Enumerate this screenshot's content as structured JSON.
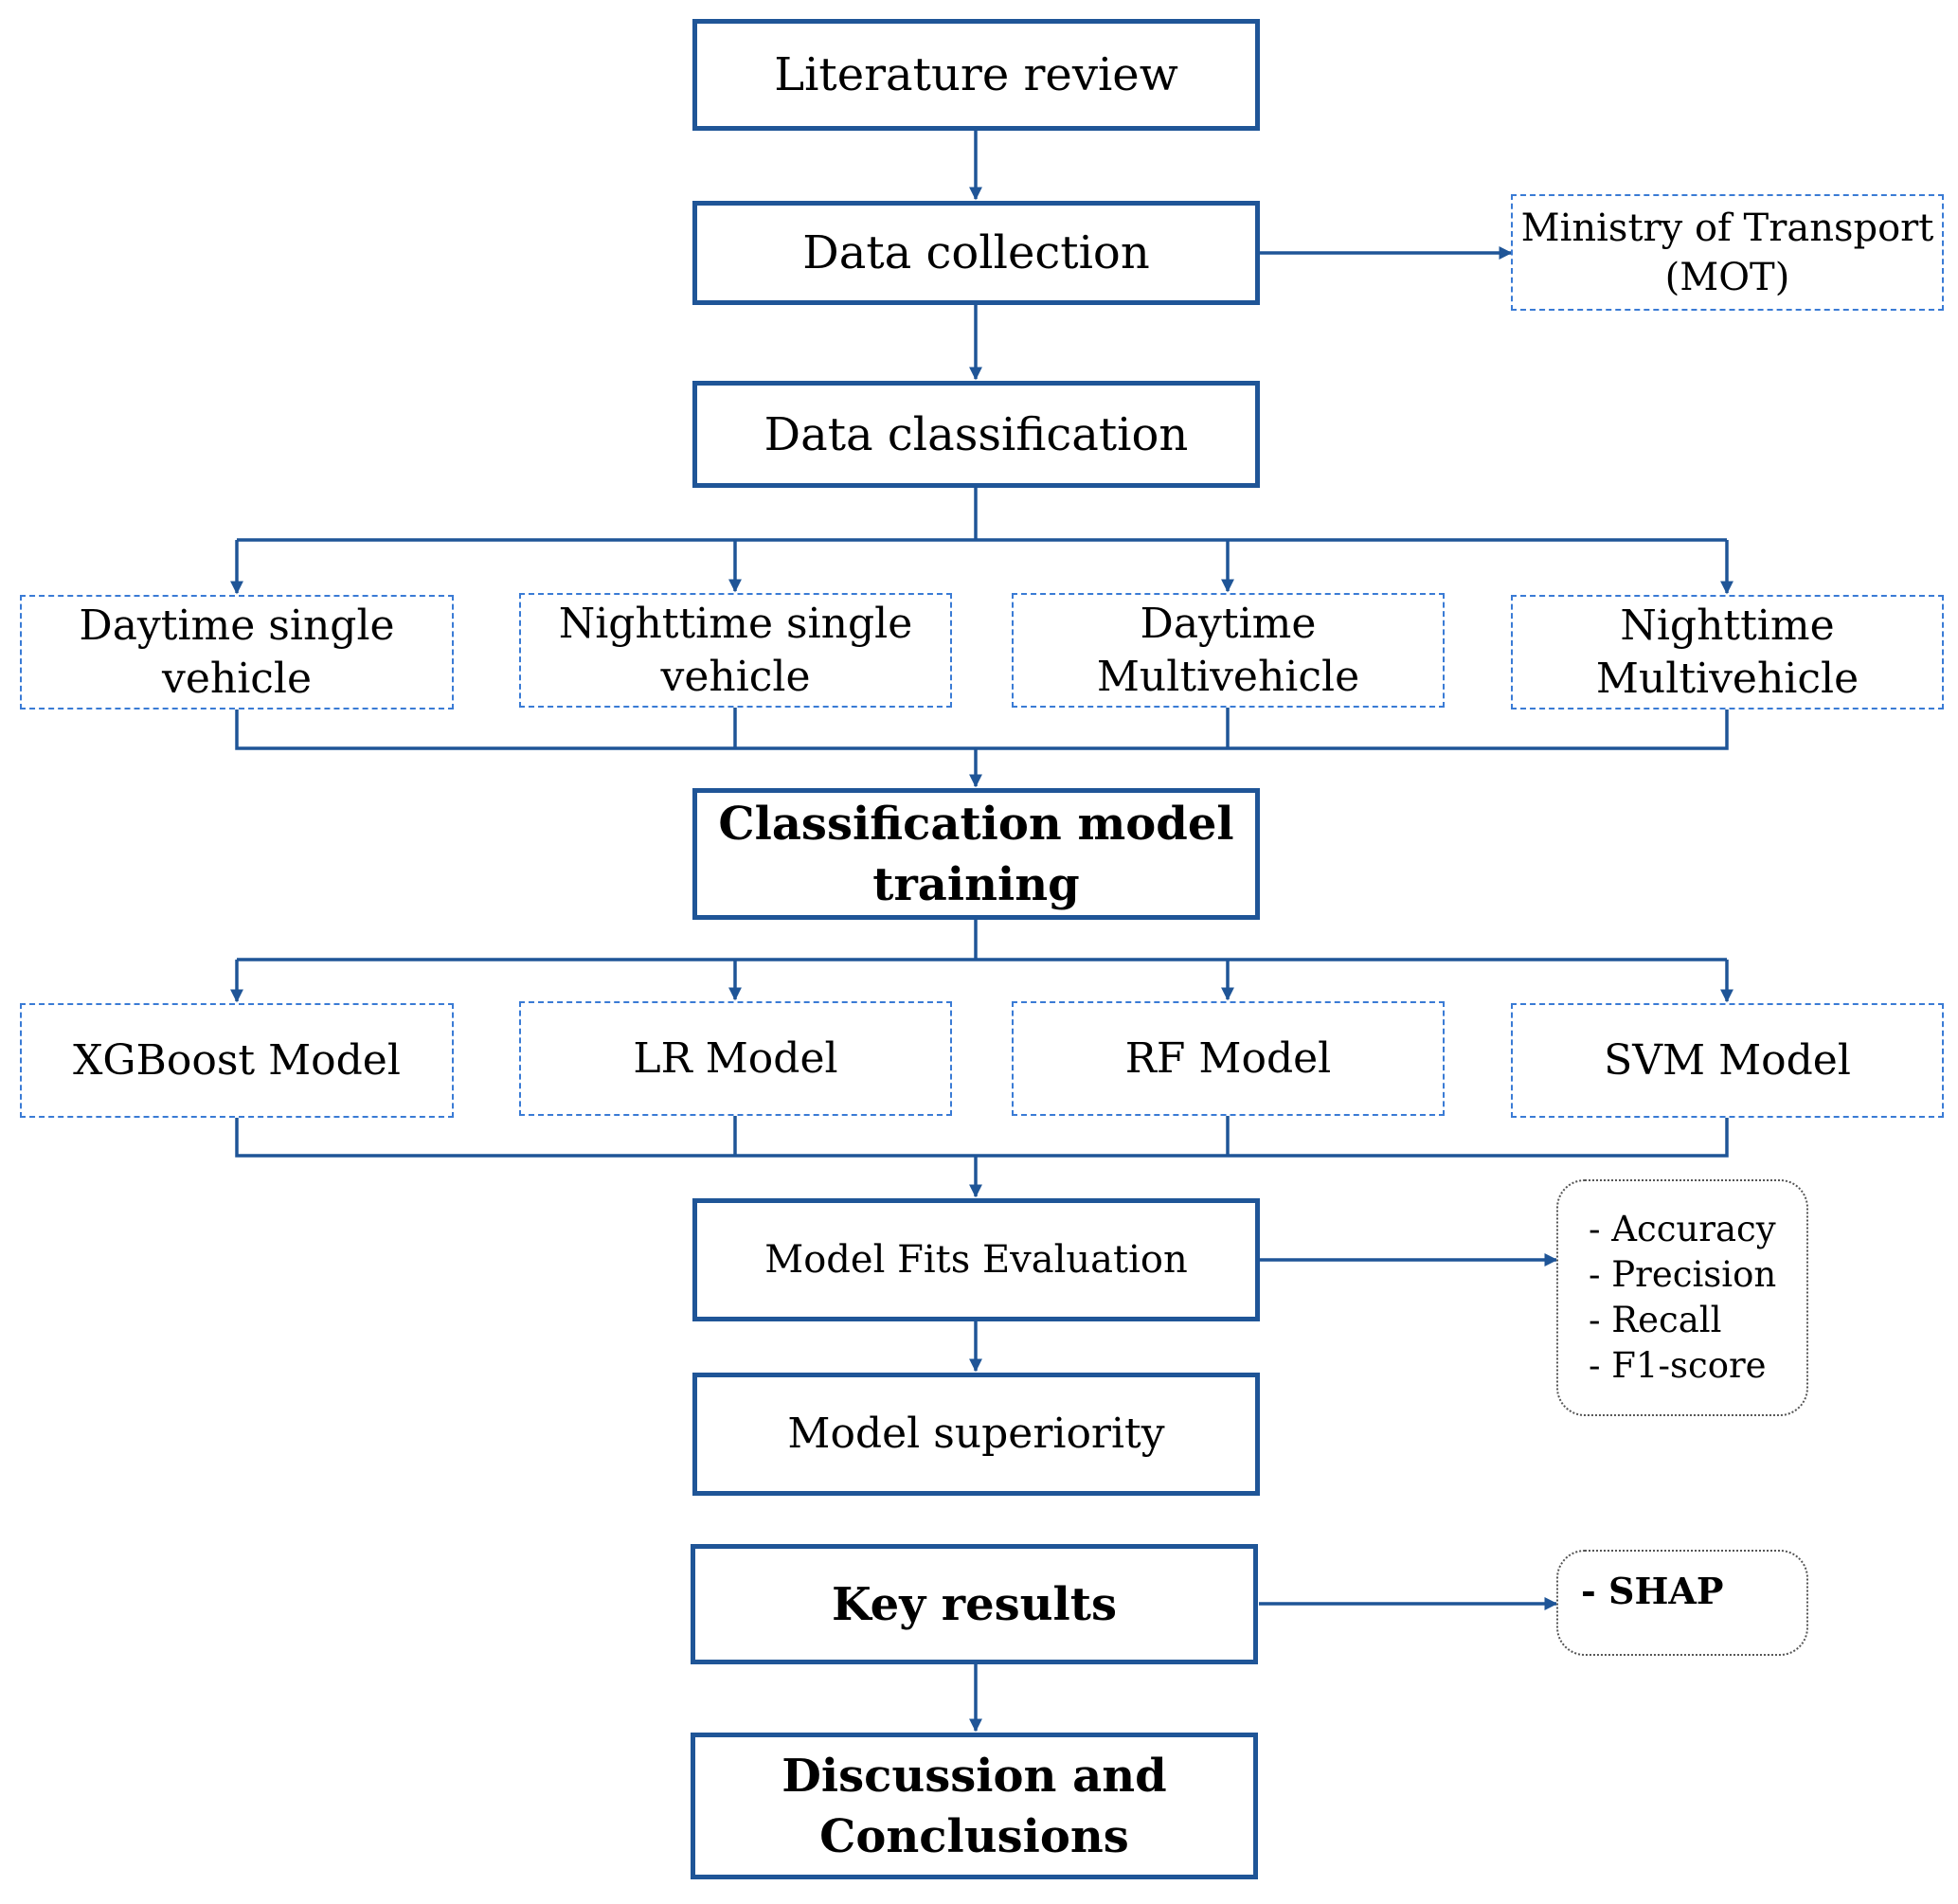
{
  "nodes": {
    "literature_review": "Literature review",
    "data_collection": "Data collection",
    "mot_line1": "Ministry of Transport",
    "mot_line2": "(MOT)",
    "data_classification": "Data classification",
    "day_single_l1": "Daytime single",
    "day_single_l2": "vehicle",
    "night_single_l1": "Nighttime single",
    "night_single_l2": "vehicle",
    "day_multi_l1": "Daytime",
    "day_multi_l2": "Multivehicle",
    "night_multi_l1": "Nighttime",
    "night_multi_l2": "Multivehicle",
    "classification_l1": "Classification model",
    "classification_l2": "training",
    "xgboost": "XGBoost Model",
    "lr": "LR Model",
    "rf": "RF Model",
    "svm": "SVM Model",
    "model_fits": "Model Fits Evaluation",
    "model_superiority": "Model superiority",
    "key_results": "Key results",
    "discussion_l1": "Discussion and",
    "discussion_l2": "Conclusions"
  },
  "metrics": [
    "- Accuracy",
    "- Precision",
    "- Recall",
    "- F1-score"
  ],
  "shap": "- SHAP",
  "colors": {
    "primary": "#1f5597",
    "dashed": "#3a7bd5",
    "dotted": "#555555"
  }
}
